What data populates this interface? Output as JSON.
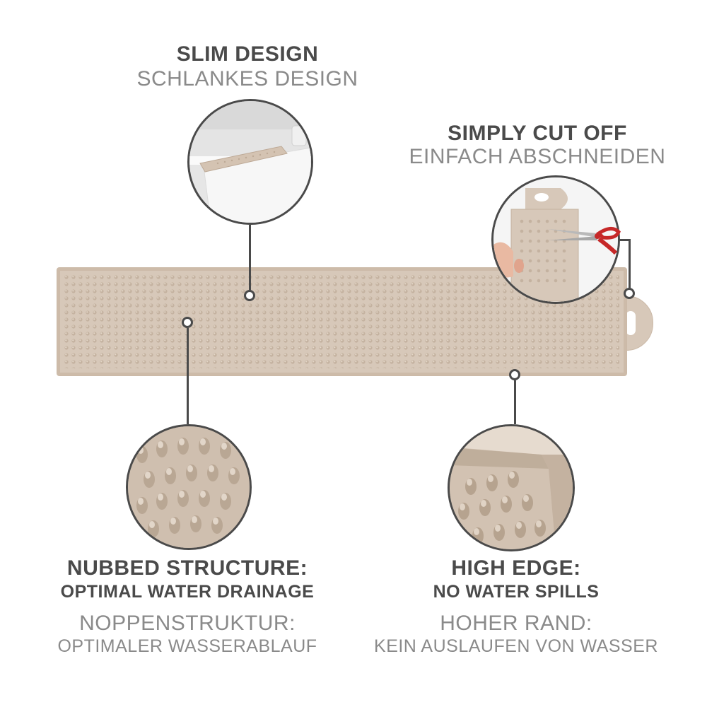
{
  "callouts": {
    "slim": {
      "title": "SLIM DESIGN",
      "subtitle": "SCHLANKES DESIGN"
    },
    "cut": {
      "title": "SIMPLY CUT OFF",
      "subtitle": "EINFACH ABSCHNEIDEN"
    },
    "nubs": {
      "title": "NUBBED STRUCTURE:",
      "subtitle": "OPTIMAL WATER DRAINAGE",
      "title_de": "NOPPENSTRUKTUR:",
      "subtitle_de": "OPTIMALER WASSERABLAUF"
    },
    "edge": {
      "title": "HIGH EDGE:",
      "subtitle": "NO WATER SPILLS",
      "title_de": "HOHER RAND:",
      "subtitle_de": "KEIN AUSLAUFEN VON WASSER"
    }
  },
  "colors": {
    "mat": "#d7c8b9",
    "text_dark": "#4a4a4a",
    "text_light": "#8a8a8a"
  },
  "icons": [
    "scissors-icon"
  ]
}
